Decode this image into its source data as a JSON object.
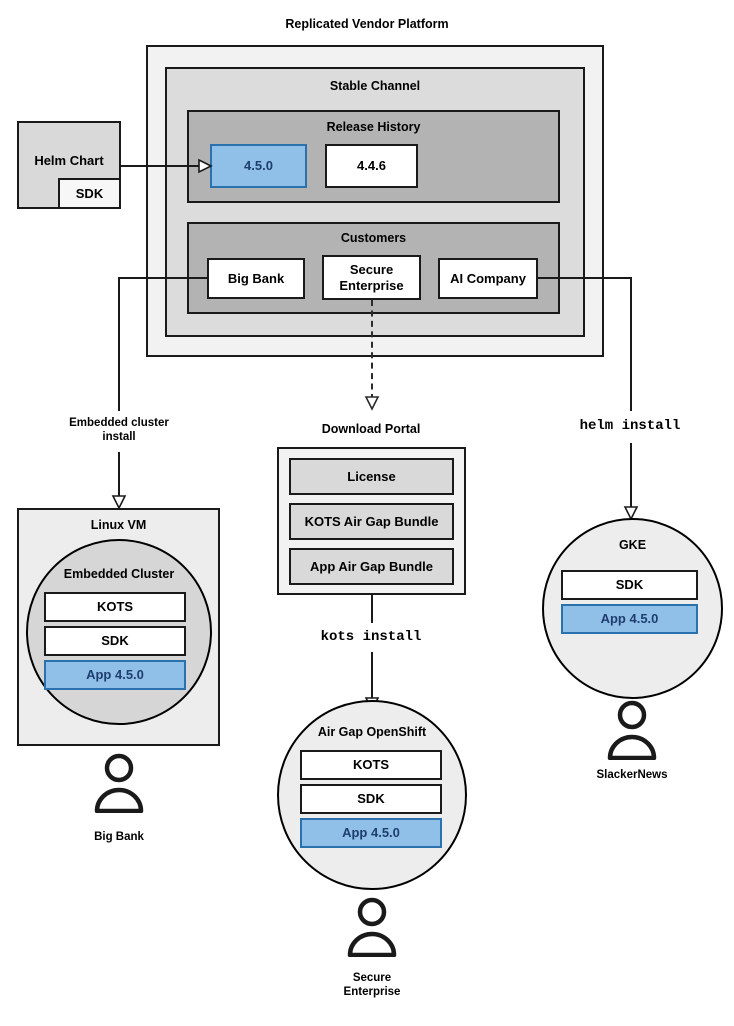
{
  "diagram": {
    "title": "Replicated Vendor Platform",
    "platform": {
      "channel_title": "Stable Channel",
      "release_history": {
        "title": "Release History",
        "releases": [
          {
            "version": "4.5.0",
            "state": "current",
            "color": "#90c0e8"
          },
          {
            "version": "4.4.6",
            "state": "previous",
            "color": "#ffffff"
          }
        ]
      },
      "customers": {
        "title": "Customers",
        "items": [
          {
            "name": "Big Bank"
          },
          {
            "name": "Secure\nEnterprise"
          },
          {
            "name": "AI Company"
          }
        ]
      }
    },
    "source": {
      "title": "Helm Chart",
      "sub": "SDK"
    },
    "flows": [
      {
        "label": "Embedded cluster\ninstall",
        "style": "solid",
        "type": "text"
      },
      {
        "label": "Download Portal",
        "style": "dashed",
        "type": "text"
      },
      {
        "label": "helm install",
        "style": "solid",
        "type": "mono"
      },
      {
        "label": "kots install",
        "style": "solid",
        "type": "mono"
      }
    ],
    "download_portal": {
      "title": "Download Portal",
      "artifacts": [
        {
          "name": "License"
        },
        {
          "name": "KOTS Air Gap Bundle"
        },
        {
          "name": "App Air Gap Bundle"
        }
      ]
    },
    "environments": [
      {
        "id": "linux-vm",
        "title": "Linux VM",
        "cluster_title": "Embedded Cluster",
        "components": [
          {
            "name": "KOTS",
            "highlight": false
          },
          {
            "name": "SDK",
            "highlight": false
          },
          {
            "name": "App 4.5.0",
            "highlight": true
          }
        ],
        "customer": "Big Bank"
      },
      {
        "id": "air-gap-openshift",
        "title": "Air Gap OpenShift",
        "components": [
          {
            "name": "KOTS",
            "highlight": false
          },
          {
            "name": "SDK",
            "highlight": false
          },
          {
            "name": "App 4.5.0",
            "highlight": true
          }
        ],
        "customer": "Secure\nEnterprise"
      },
      {
        "id": "gke",
        "title": "GKE",
        "components": [
          {
            "name": "SDK",
            "highlight": false
          },
          {
            "name": "App 4.5.0",
            "highlight": true
          }
        ],
        "customer": "SlackerNews"
      }
    ],
    "colors": {
      "highlight_fill": "#90c0e8",
      "highlight_border": "#2a71ad",
      "highlight_text": "#1f3e6e",
      "stroke": "#1a1a1a",
      "panel_outer": "#f2f2f2",
      "panel_mid": "#dcdcdc",
      "panel_inner": "#b3b3b3",
      "cluster_fill": "#d6d6d6",
      "env_fill": "#ededed"
    }
  }
}
